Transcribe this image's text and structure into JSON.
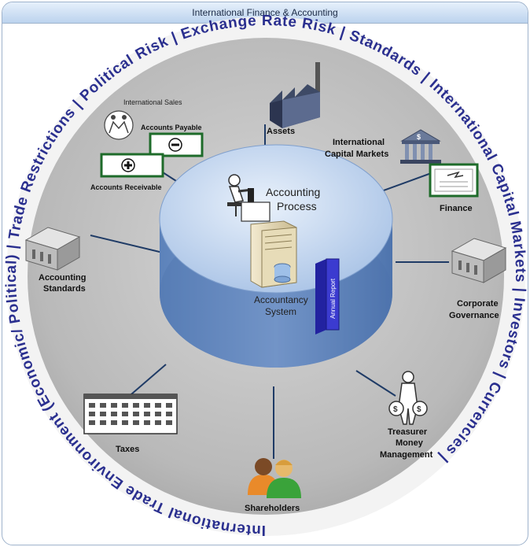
{
  "window": {
    "title": "International Finance & Accounting"
  },
  "ring_text": "International Trade Environment (Economic/ Political) | Trade Restrictions | Political Risk | Exchange Rate Risk | Standards | International Capital Markets | Investors | Currencies |",
  "center": {
    "process_label_line1": "Accounting",
    "process_label_line2": "Process",
    "system_label_line1": "Accountancy",
    "system_label_line2": "System",
    "report_label": "Annual Report"
  },
  "nodes": {
    "international_sales": "International Sales",
    "accounts_payable": "Accounts Payable",
    "accounts_receivable": "Accounts Receivable",
    "assets": "Assets",
    "capital_markets_line1": "International",
    "capital_markets_line2": "Capital Markets",
    "finance": "Finance",
    "accounting_standards_line1": "Accounting",
    "accounting_standards_line2": "Standards",
    "corporate_governance_line1": "Corporate",
    "corporate_governance_line2": "Governance",
    "taxes": "Taxes",
    "treasurer_line1": "Treasurer",
    "treasurer_line2": "Money",
    "treasurer_line3": "Management",
    "shareholders": "Shareholders"
  },
  "colors": {
    "ring_text": "#2a2f8f",
    "connector": "#1f3b66",
    "cylinder_top": "#bcd3ee",
    "cylinder_side": "#6f93c7",
    "plate": "#bdbdbd",
    "report": "#3b3bd0",
    "green_box": "#1e6b2a"
  }
}
